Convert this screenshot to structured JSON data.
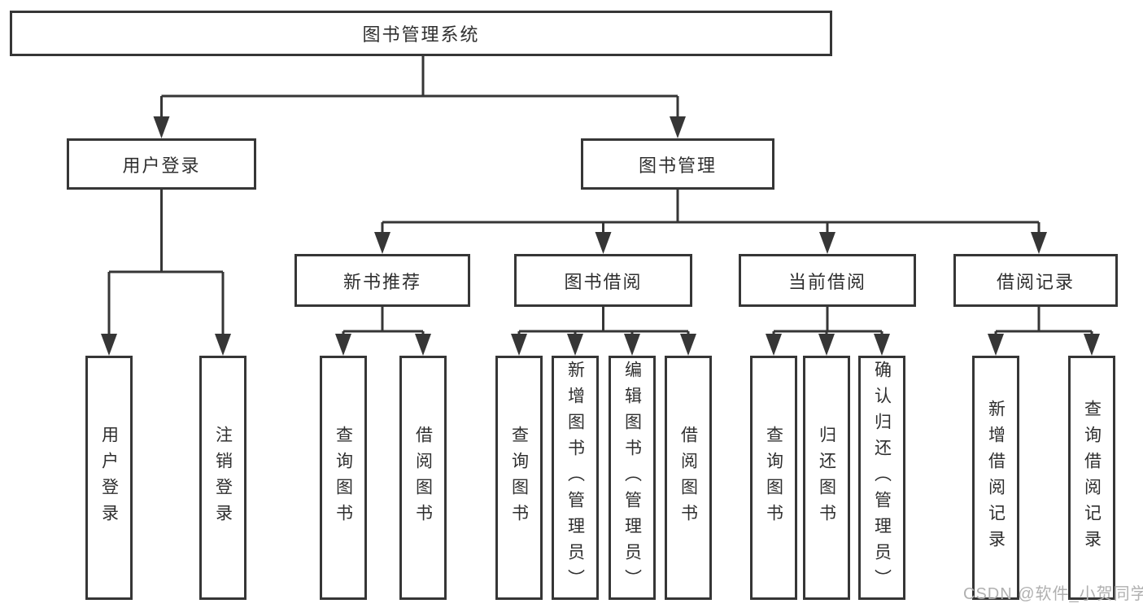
{
  "nodes": {
    "root": "图书管理系统",
    "user_login": "用户登录",
    "book_mgmt": "图书管理",
    "new_book_rec": "新书推荐",
    "book_borrow": "图书借阅",
    "current_borrow": "当前借阅",
    "borrow_record": "借阅记录",
    "login_leaf": "用户登录",
    "logout_leaf": "注销登录",
    "rec_query_book": "查询图书",
    "rec_borrow_book": "借阅图书",
    "bb_query_book": "查询图书",
    "bb_add_book": "新增图书（管理员）",
    "bb_edit_book": "编辑图书（管理员）",
    "bb_borrow_book": "借阅图书",
    "cb_query_book": "查询图书",
    "cb_return_book": "归还图书",
    "cb_confirm_return": "确认归还（管理员）",
    "br_add_record": "新增借阅记录",
    "br_query_record": "查询借阅记录"
  },
  "structure": {
    "图书管理系统": {
      "用户登录": [
        "用户登录",
        "注销登录"
      ],
      "图书管理": {
        "新书推荐": [
          "查询图书",
          "借阅图书"
        ],
        "图书借阅": [
          "查询图书",
          "新增图书（管理员）",
          "编辑图书（管理员）",
          "借阅图书"
        ],
        "当前借阅": [
          "查询图书",
          "归还图书",
          "确认归还（管理员）"
        ],
        "借阅记录": [
          "新增借阅记录",
          "查询借阅记录"
        ]
      }
    }
  },
  "watermark": "CSDN @软件_小贺同学",
  "colors": {
    "line": "#363636",
    "box_border": "#363636",
    "box_fill": "#ffffff",
    "text": "#2f2f2f",
    "watermark": "#b0b0b0",
    "background": "#ffffff"
  }
}
